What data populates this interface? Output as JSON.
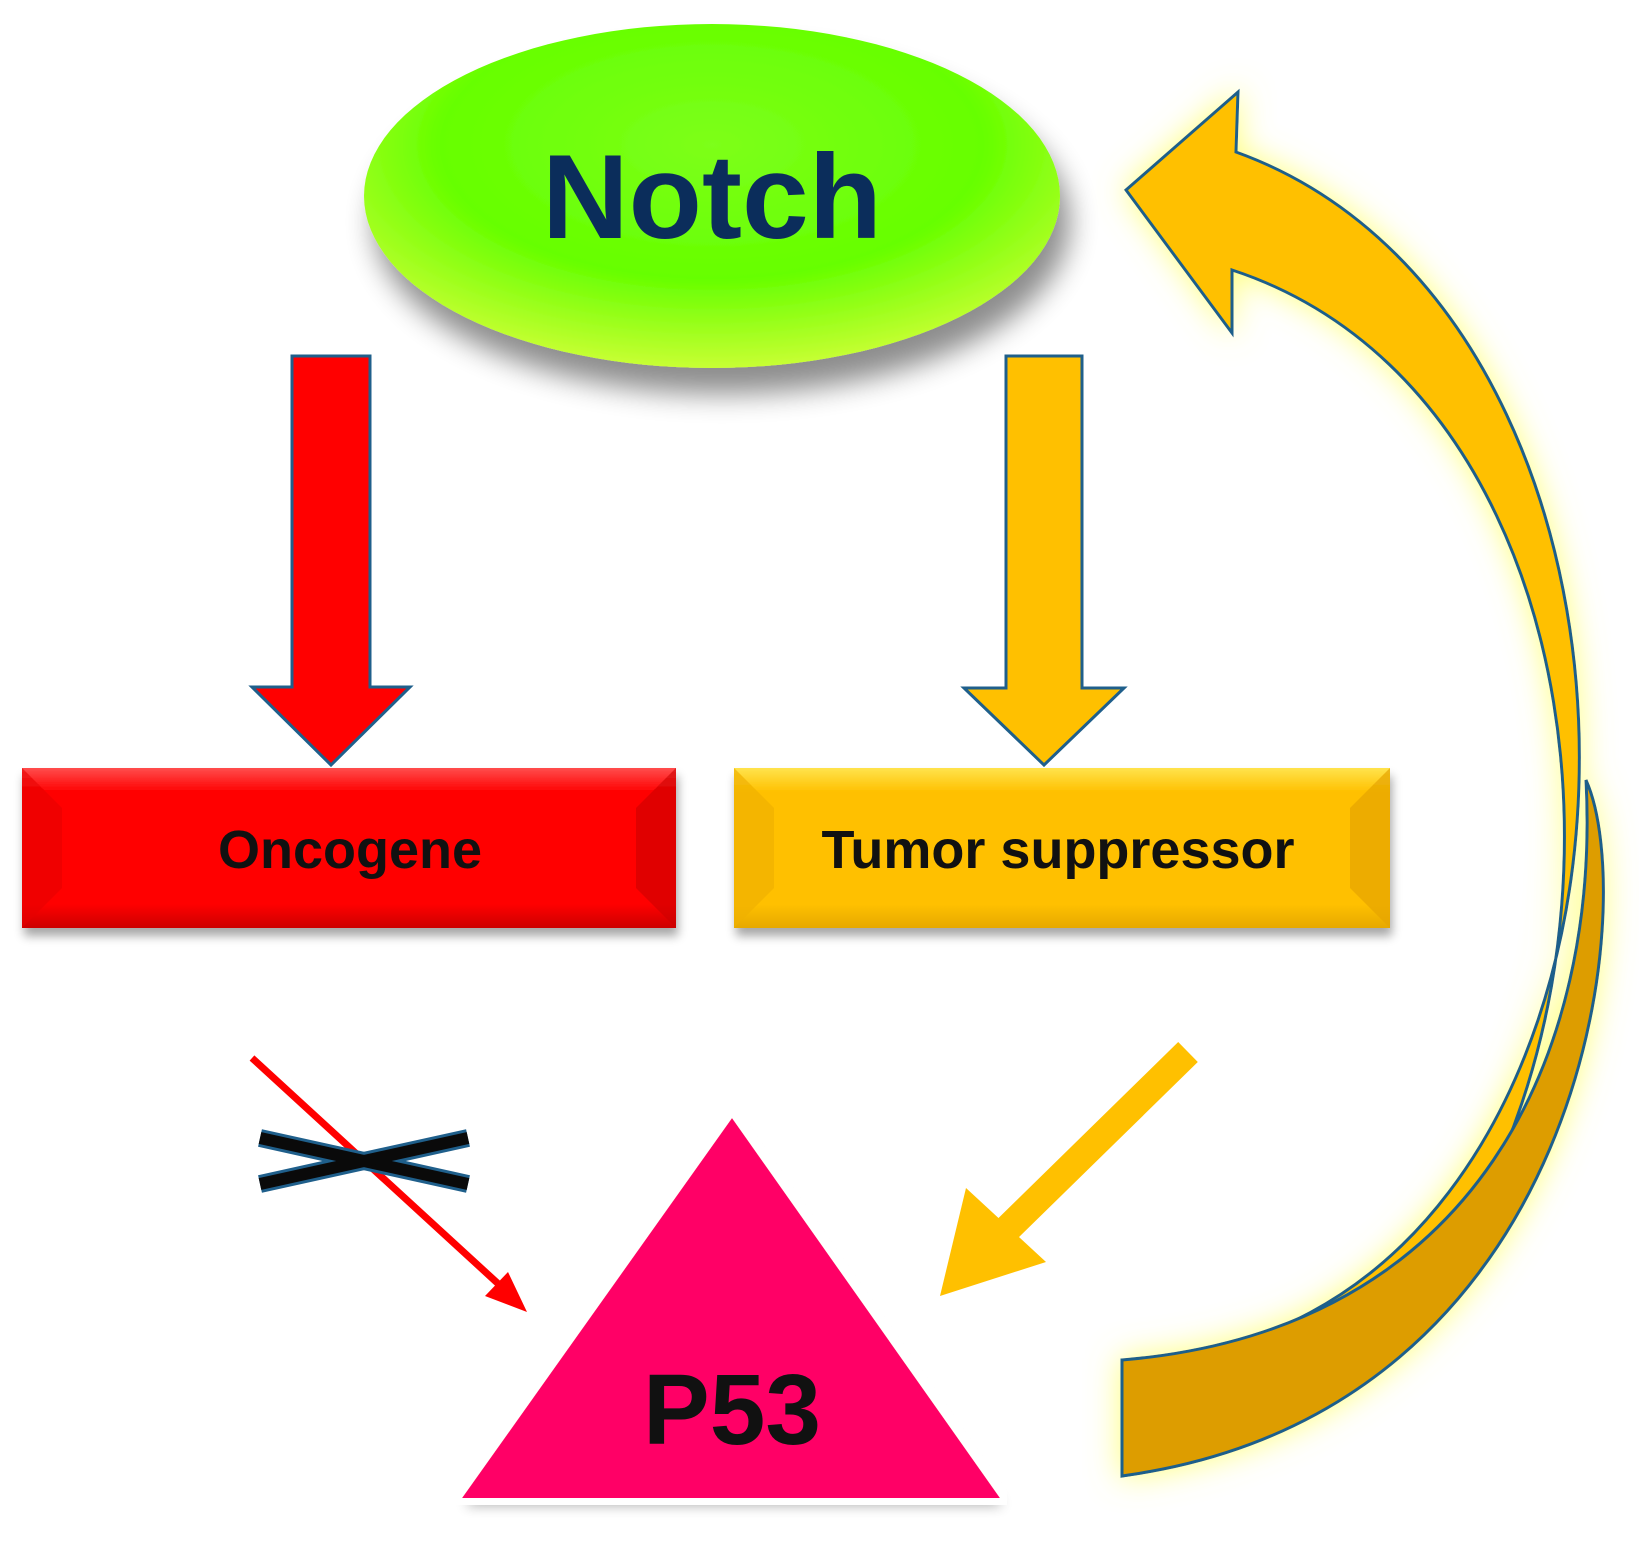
{
  "nodes": {
    "notch": {
      "label": "Notch",
      "fill": "#66ff00",
      "text_color": "#0b2d5b"
    },
    "oncogene": {
      "label": "Oncogene",
      "fill": "#ff0000",
      "text_color": "#111111"
    },
    "tumor_suppressor": {
      "label": "Tumor suppressor",
      "fill": "#ffc000",
      "text_color": "#111111"
    },
    "p53": {
      "label": "P53",
      "fill": "#ff0066",
      "text_color": "#111111"
    }
  },
  "edges": [
    {
      "from": "notch",
      "to": "oncogene",
      "color": "#ff0000"
    },
    {
      "from": "notch",
      "to": "tumor_suppressor",
      "color": "#ffc000"
    },
    {
      "from": "oncogene",
      "to": "p53",
      "color": "#ff0000",
      "blocked": true
    },
    {
      "from": "tumor_suppressor",
      "to": "p53",
      "color": "#ffc000"
    },
    {
      "from": "p53",
      "to": "notch",
      "color": "#ffc000",
      "curved": true
    }
  ]
}
